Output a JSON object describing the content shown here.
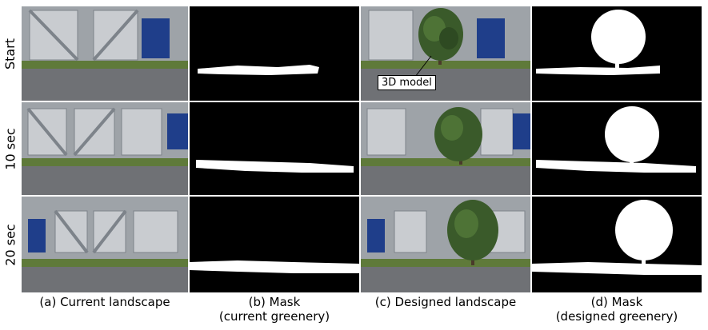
{
  "rows": [
    {
      "label": "Start"
    },
    {
      "label": "10 sec"
    },
    {
      "label": "20 sec"
    }
  ],
  "columns": [
    {
      "caption_line1": "(a) Current landscape",
      "caption_line2": ""
    },
    {
      "caption_line1": "(b) Mask",
      "caption_line2": "(current greenery)"
    },
    {
      "caption_line1": "(c) Designed landscape",
      "caption_line2": ""
    },
    {
      "caption_line1": "(d) Mask",
      "caption_line2": "(designed greenery)"
    }
  ],
  "callout": {
    "label": "3D model"
  },
  "colors": {
    "building": "#9ea3a8",
    "door": "#1f3e8a",
    "road": "#6f7175",
    "grass": "#5f7a3a",
    "tree": "#3a5a2a",
    "mask_bg": "#000000",
    "mask_fg": "#ffffff"
  }
}
